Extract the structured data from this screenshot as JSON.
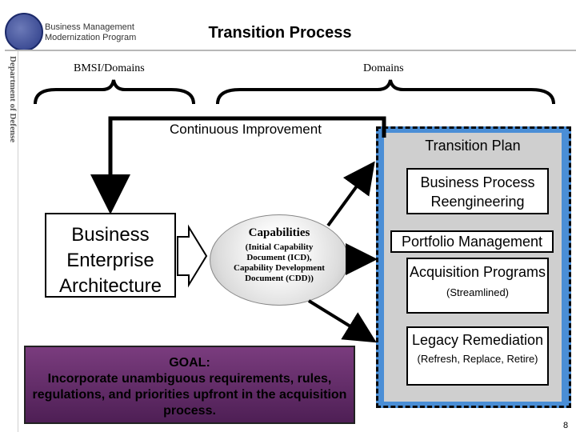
{
  "header": {
    "logo_line1": "Business Management",
    "logo_line2": "Modernization Program",
    "title": "Transition Process",
    "side_label": "Department of Defense"
  },
  "labels": {
    "bmsi": "BMSI/Domains",
    "domains": "Domains",
    "continuous": "Continuous Improvement"
  },
  "plan": {
    "title": "Transition Plan",
    "bpr": "Business Process Reengineering",
    "portfolio": "Portfolio Management",
    "acquisition": "Acquisition Programs",
    "acquisition_sub": "(Streamlined)",
    "legacy": "Legacy Remediation",
    "legacy_sub": "(Refresh, Replace, Retire)"
  },
  "bea": "Business Enterprise Architecture",
  "capabilities": {
    "title": "Capabilities",
    "detail": "(Initial Capability Document (ICD), Capability Development Document (CDD))"
  },
  "goal": {
    "heading": "GOAL:",
    "text": "Incorporate unambiguous requirements, rules, regulations, and priorities upfront in the acquisition process."
  },
  "page_number": "8"
}
